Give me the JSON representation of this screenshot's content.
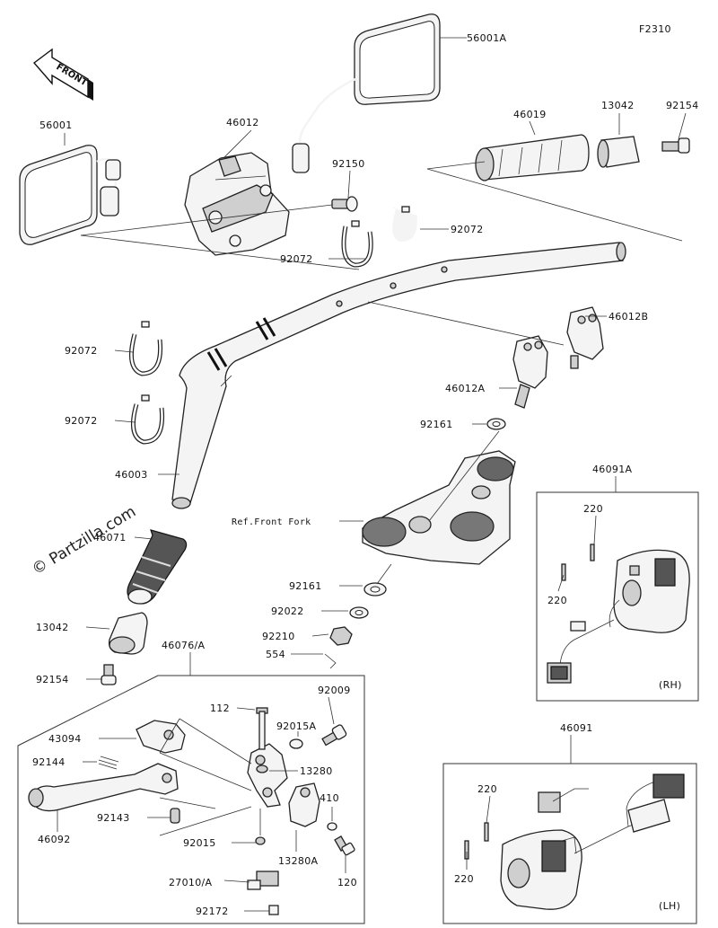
{
  "figure_code": "F2310",
  "front_arrow": "FRONT",
  "watermark": "© Partzilla.com",
  "reference": "Ref.Front Fork",
  "parts": {
    "p56001A": "56001A",
    "p56001": "56001",
    "p46012": "46012",
    "p92150": "92150",
    "p46019": "46019",
    "p13042_top": "13042",
    "p92154_top": "92154",
    "p92072_a": "92072",
    "p92072_b": "92072",
    "p92072_c": "92072",
    "p92072_d": "92072",
    "p46012B": "46012B",
    "p46012A": "46012A",
    "p92161_a": "92161",
    "p46003": "46003",
    "p46071": "46071",
    "p13042_bot": "13042",
    "p92154_bot": "92154",
    "p92161_b": "92161",
    "p92022": "92022",
    "p92210": "92210",
    "p554": "554",
    "p46076A": "46076/A",
    "p112": "112",
    "p92015A": "92015A",
    "p92009": "92009",
    "p43094": "43094",
    "p13280": "13280",
    "p92144": "92144",
    "p410": "410",
    "p92143": "92143",
    "p46092": "46092",
    "p92015": "92015",
    "p13280A": "13280A",
    "p120": "120",
    "p27010A": "27010/A",
    "p92172": "92172",
    "p46091A": "46091A",
    "p220_rh_a": "220",
    "p220_rh_b": "220",
    "rh_tag": "(RH)",
    "p46091": "46091",
    "p220_lh_a": "220",
    "p220_lh_b": "220",
    "lh_tag": "(LH)"
  }
}
